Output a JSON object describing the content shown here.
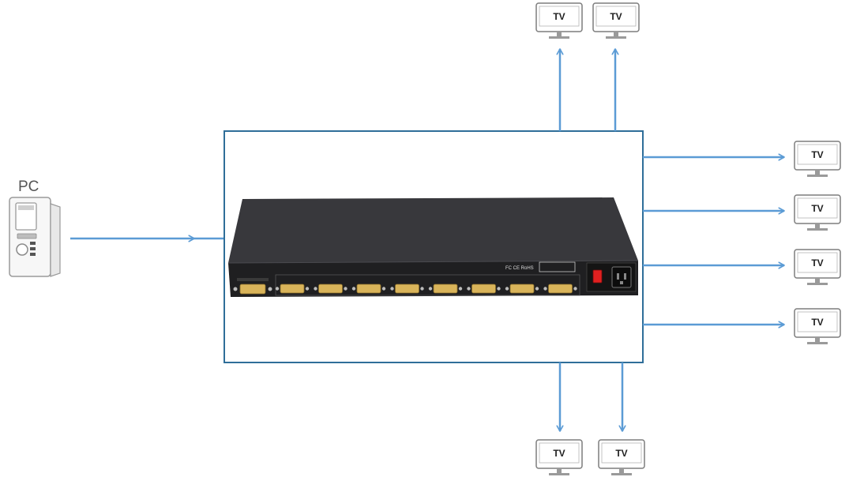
{
  "colors": {
    "arrow": "#5b9bd5",
    "frame": "#2f6e99",
    "device_body": "#2b2b2e",
    "device_top": "#38383c",
    "device_front": "#1c1c1e",
    "port": "#d9b45a",
    "monitor_outline": "#888888"
  },
  "source": {
    "label": "PC",
    "icon": "pc-tower-icon"
  },
  "device": {
    "name": "dvi-splitter-1x8",
    "outputs": 8,
    "power_switch_color": "#e02020",
    "marks": "FC CE RoHS"
  },
  "displays": [
    {
      "label": "TV",
      "icon": "monitor-icon",
      "side": "top"
    },
    {
      "label": "TV",
      "icon": "monitor-icon",
      "side": "top"
    },
    {
      "label": "TV",
      "icon": "monitor-icon",
      "side": "right"
    },
    {
      "label": "TV",
      "icon": "monitor-icon",
      "side": "right"
    },
    {
      "label": "TV",
      "icon": "monitor-icon",
      "side": "right"
    },
    {
      "label": "TV",
      "icon": "monitor-icon",
      "side": "right"
    },
    {
      "label": "TV",
      "icon": "monitor-icon",
      "side": "bottom"
    },
    {
      "label": "TV",
      "icon": "monitor-icon",
      "side": "bottom"
    }
  ]
}
